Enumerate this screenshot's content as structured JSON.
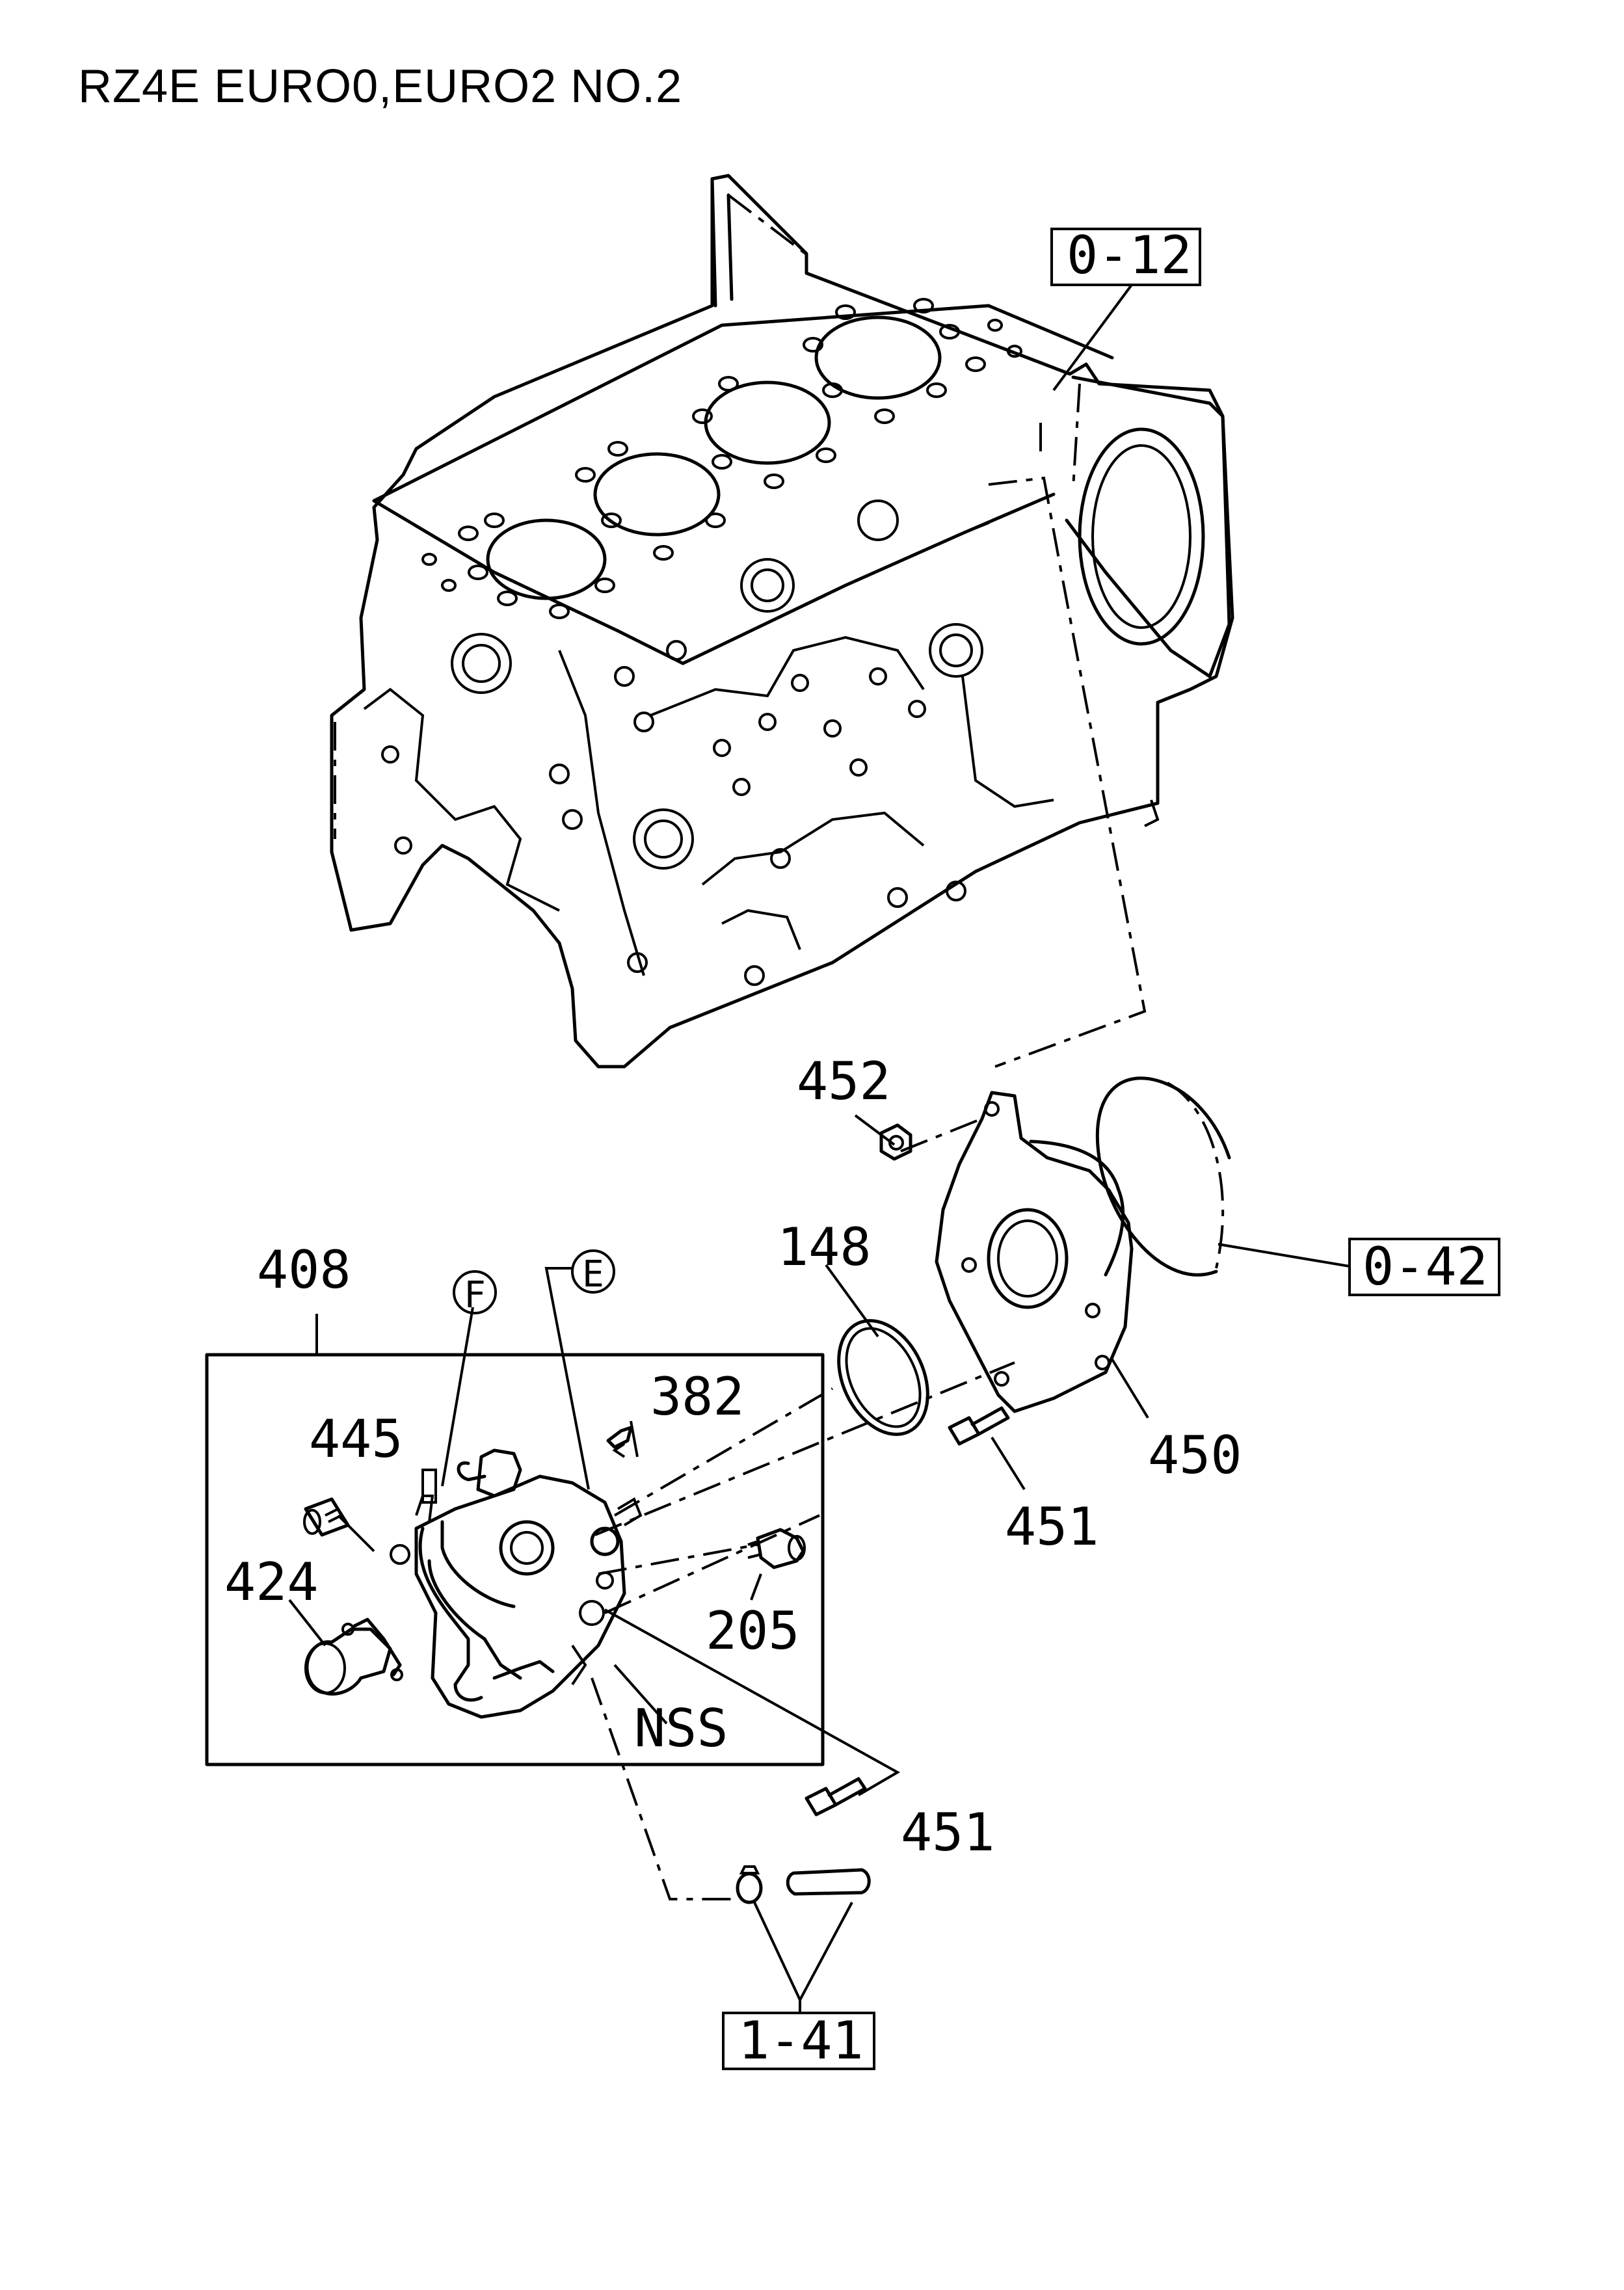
{
  "title": "RZ4E EURO0,EURO2 NO.2",
  "labels": {
    "ref_0_12": "0-12",
    "ref_0_42": "0-42",
    "ref_1_41": "1-41",
    "p452": "452",
    "p148": "148",
    "p408": "408",
    "p382": "382",
    "p445": "445",
    "p424": "424",
    "p205": "205",
    "p450": "450",
    "p451a": "451",
    "p451b": "451",
    "nss": "NSS",
    "circle_f": "F",
    "circle_e": "E"
  }
}
